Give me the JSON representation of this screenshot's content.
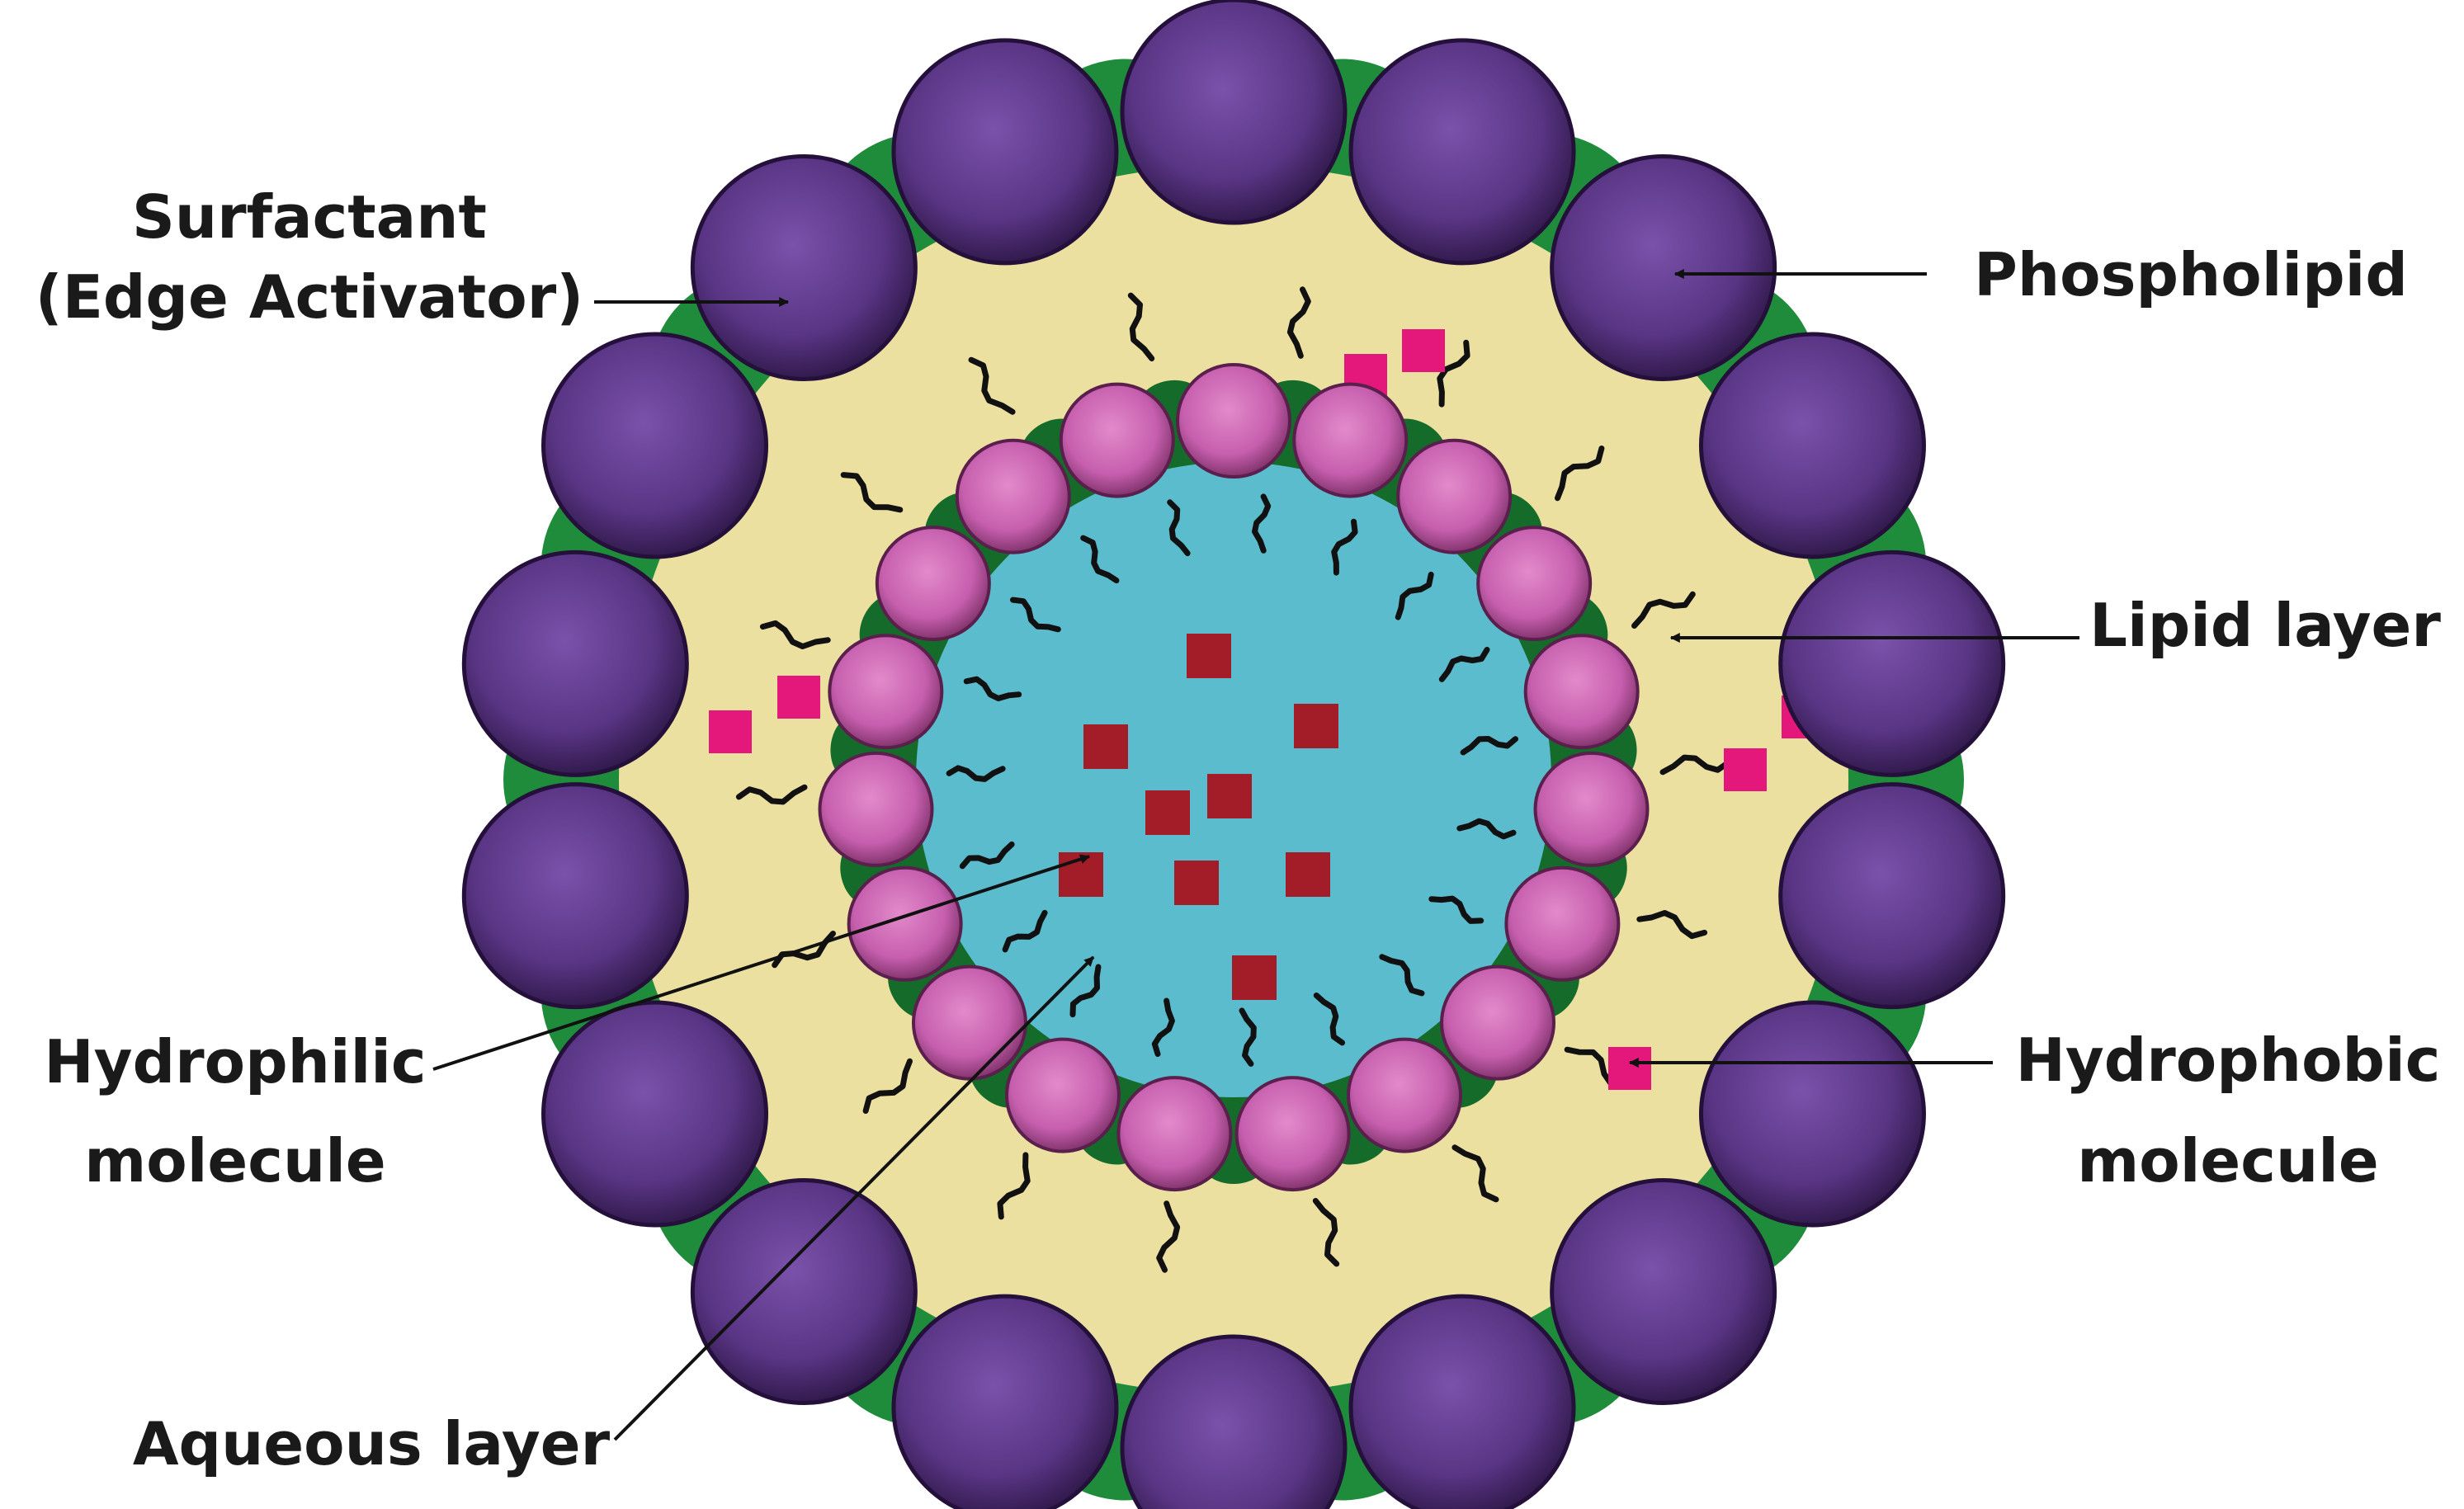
{
  "labels": {
    "surfactant_line1": "Surfactant",
    "surfactant_line2": "(Edge Activator)",
    "phospholipid": "Phospholipid",
    "lipid_layer": "Lipid layer",
    "hydrophilic_line1": "Hydrophilic",
    "hydrophilic_line2": "molecule",
    "hydrophobic_line1": "Hydrophobic",
    "hydrophobic_line2": "molecule",
    "aqueous_layer": "Aqueous layer"
  },
  "colors": {
    "outer_head": "#5a3585",
    "inner_head": "#c65fae",
    "surfactant": "#1f8c3b",
    "surfactant_inner": "#156b2a",
    "lipid_layer": "#ece0a0",
    "aqueous_core": "#5bbccd",
    "hydrophilic_molecule": "#a31d28",
    "hydrophobic_molecule": "#e3187a",
    "tail": "#111111"
  },
  "counts": {
    "outer_phospholipids": 18,
    "inner_phospholipids": 19
  }
}
